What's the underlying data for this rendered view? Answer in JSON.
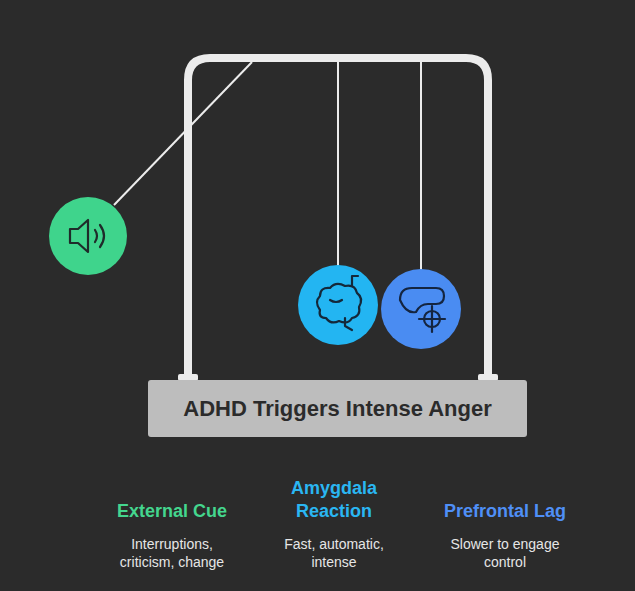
{
  "diagram": {
    "nodes": [
      {
        "text": [
          "ADHD Triggers Intense Anger"
        ]
      }
    ],
    "labels": [
      "External Cue",
      "Interruptions, criticism, change",
      "Amygdala Reaction",
      "Fast, automatic, intense",
      "Prefrontal Lag",
      "Slower to engage control"
    ]
  }
}
